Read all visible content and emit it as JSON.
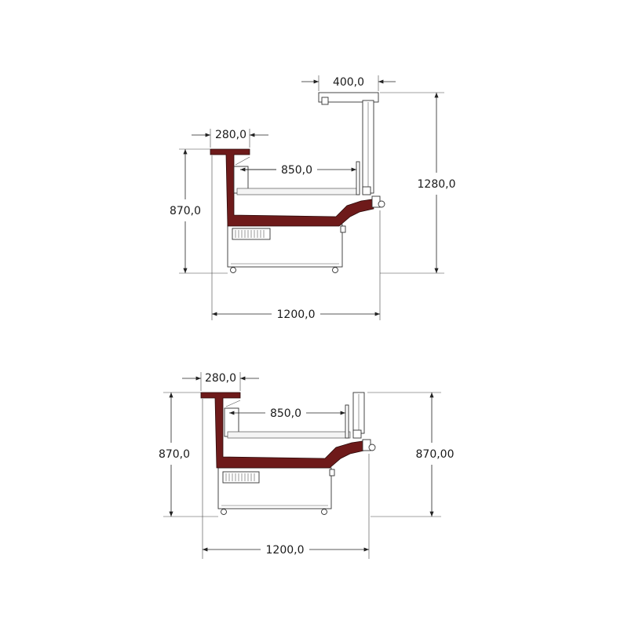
{
  "diagrams": [
    {
      "id": "top",
      "dimensions": {
        "top_canopy_width": "400,0",
        "counter_width": "280,0",
        "inner_depth": "850,0",
        "counter_height": "870,0",
        "total_height": "1280,0",
        "total_width": "1200,0"
      }
    },
    {
      "id": "bottom",
      "dimensions": {
        "counter_width": "280,0",
        "inner_depth": "850,0",
        "counter_height": "870,0",
        "right_height": "870,00",
        "total_width": "1200,0"
      }
    }
  ],
  "colors": {
    "body": "#6e1a1a",
    "line": "#333333",
    "background": "#ffffff"
  }
}
